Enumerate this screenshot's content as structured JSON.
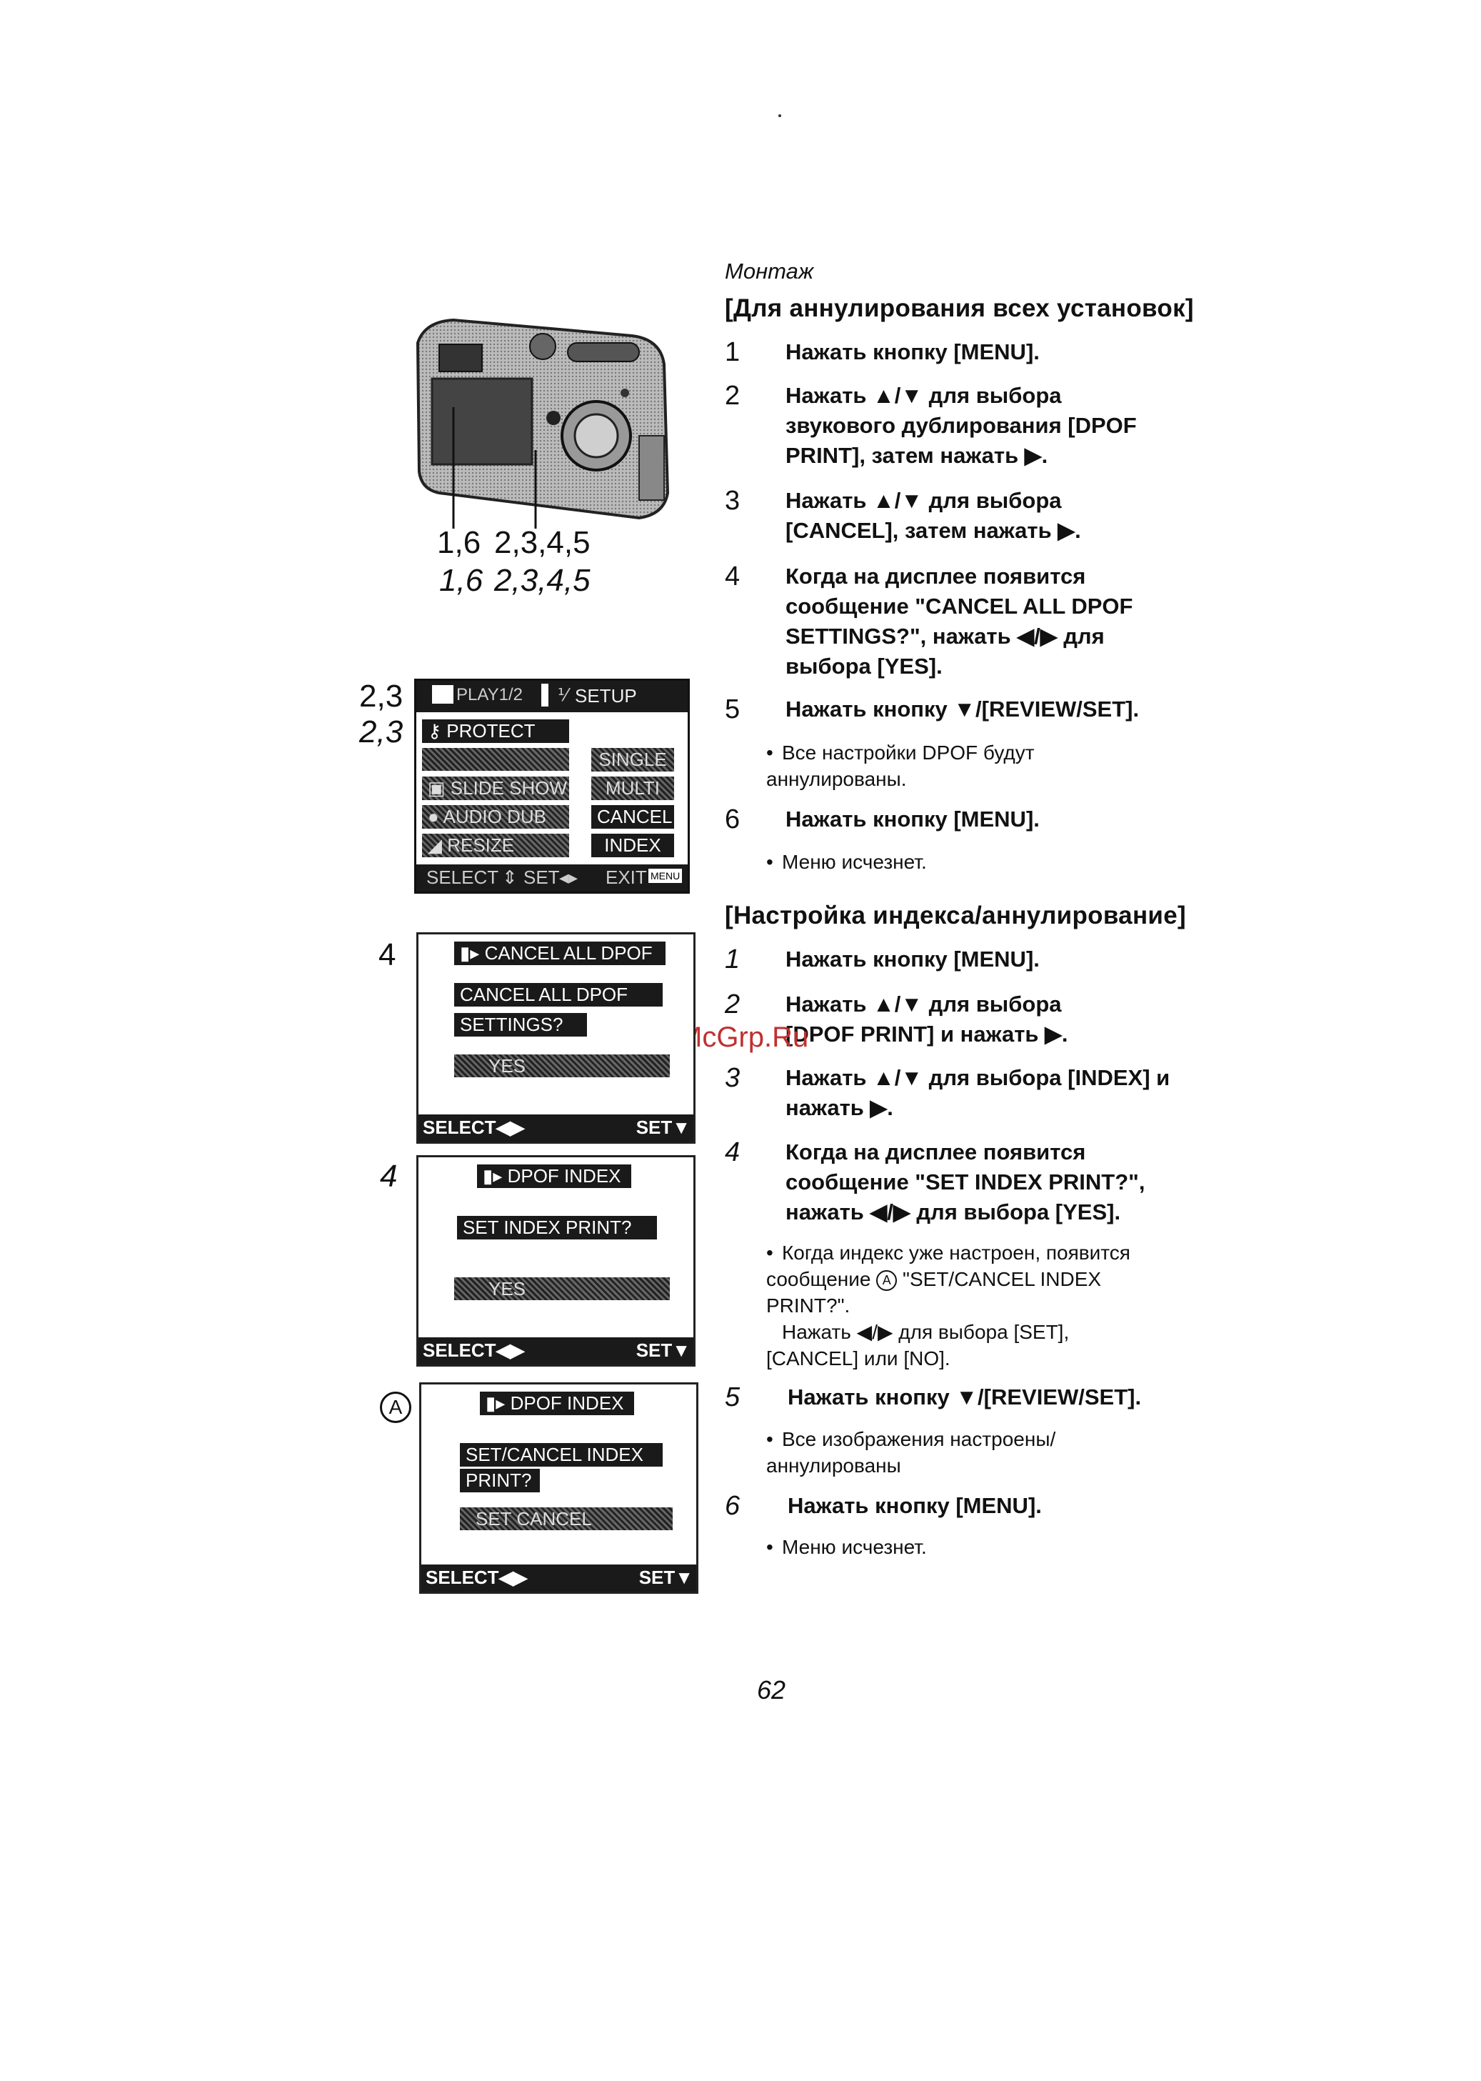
{
  "section_label": "Монтаж",
  "cancel_all": {
    "heading": "[Для аннулирования всех установок]",
    "steps": [
      {
        "num": "1",
        "text": "Нажать кнопку [MENU]."
      },
      {
        "num": "2",
        "text": "Нажать ▲/▼ для выбора звукового дублирования [DPOF PRINT], затем нажать ▶."
      },
      {
        "num": "3",
        "text": "Нажать ▲/▼ для выбора [CANCEL], затем нажать ▶."
      },
      {
        "num": "4",
        "text": "Когда на дисплее появится сообщение \"CANCEL ALL DPOF SETTINGS?\", нажать ◀/▶ для выбора [YES]."
      },
      {
        "num": "5",
        "text": "Нажать кнопку ▼/[REVIEW/SET]."
      },
      {
        "num": "6",
        "text": "Нажать кнопку [MENU]."
      }
    ],
    "note5": "Все настройки DPOF будут аннулированы.",
    "note6": "Меню исчезнет."
  },
  "index": {
    "heading": "[Настройка индекса/аннулирование]",
    "steps": [
      {
        "num": "1",
        "text": "Нажать кнопку [MENU]."
      },
      {
        "num": "2",
        "text": "Нажать ▲/▼ для выбора [DPOF PRINT] и нажать ▶."
      },
      {
        "num": "3",
        "text": "Нажать ▲/▼ для выбора [INDEX] и нажать ▶."
      },
      {
        "num": "4",
        "text": "Когда на дисплее появится сообщение \"SET INDEX PRINT?\", нажать ◀/▶ для выбора [YES]."
      },
      {
        "num": "5",
        "text": "Нажать кнопку ▼/[REVIEW/SET]."
      },
      {
        "num": "6",
        "text": "Нажать кнопку [MENU]."
      }
    ],
    "note4_a": "Когда индекс уже настроен, появится сообщение",
    "note4_circle": "A",
    "note4_b": "\"SET/CANCEL INDEX PRINT?\".",
    "note4_c": "Нажать ◀/▶ для выбора [SET], [CANCEL] или [NO].",
    "note5": "Все изображения настроены/аннулированы",
    "note6": "Меню исчезнет."
  },
  "bullet": "•",
  "watermark": "McGrp.Ru",
  "page_number": "62",
  "camera": {
    "label_a": "1,6",
    "label_b": "2,3,4,5",
    "label_a_it": "1,6",
    "label_b_it": "2,3,4,5"
  },
  "menu_screen": {
    "side_label": "2,3",
    "side_label_it": "2,3",
    "tab_play": "PLAY1/2",
    "tab_setup": "SETUP",
    "items": [
      "PROTECT",
      "",
      "SLIDE SHOW",
      "AUDIO DUB",
      "RESIZE"
    ],
    "options": [
      "SINGLE",
      "MULTI",
      "CANCEL",
      "INDEX"
    ],
    "bar_select": "SELECT",
    "bar_set": "SET",
    "bar_exit": "EXIT",
    "bar_menu": "MENU"
  },
  "screen_cancel": {
    "side_label": "4",
    "title": "CANCEL ALL DPOF",
    "msg1": "CANCEL ALL DPOF",
    "msg2": "SETTINGS?",
    "choice": "YES",
    "bar_select": "SELECT◀▶",
    "bar_set": "SET▼"
  },
  "screen_index": {
    "side_label": "4",
    "title": "DPOF INDEX",
    "msg1": "SET INDEX PRINT?",
    "choice": "YES",
    "bar_select": "SELECT◀▶",
    "bar_set": "SET▼"
  },
  "screen_setcancel": {
    "side_label": "A",
    "title": "DPOF INDEX",
    "msg1": "SET/CANCEL INDEX",
    "msg2": "PRINT?",
    "choice": "SET CANCEL",
    "bar_select": "SELECT◀▶",
    "bar_set": "SET▼"
  }
}
